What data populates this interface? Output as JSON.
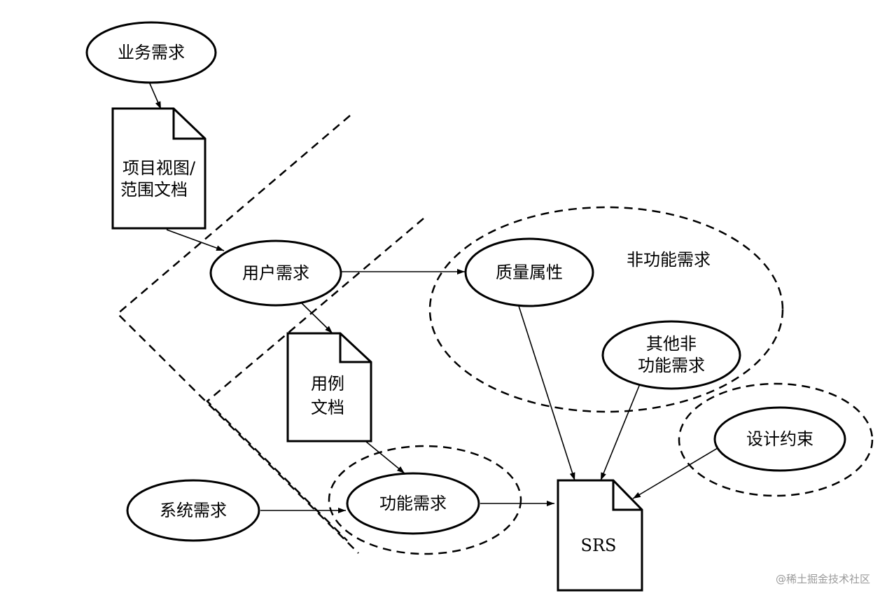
{
  "diagram": {
    "nodes": {
      "business_req": "业务需求",
      "vision_doc_line1": "项目视图/",
      "vision_doc_line2": "范围文档",
      "user_req": "用户需求",
      "usecase_doc_line1": "用例",
      "usecase_doc_line2": "文档",
      "quality_attr": "质量属性",
      "nonfunc_group": "非功能需求",
      "other_nonfunc_line1": "其他非",
      "other_nonfunc_line2": "功能需求",
      "design_constraint": "设计约束",
      "system_req": "系统需求",
      "functional_req": "功能需求",
      "srs": "SRS"
    },
    "edges": [
      {
        "from": "业务需求",
        "to": "项目视图/范围文档"
      },
      {
        "from": "项目视图/范围文档",
        "to": "用户需求"
      },
      {
        "from": "用户需求",
        "to": "质量属性"
      },
      {
        "from": "用户需求",
        "to": "用例文档"
      },
      {
        "from": "用例文档",
        "to": "功能需求"
      },
      {
        "from": "系统需求",
        "to": "功能需求"
      },
      {
        "from": "功能需求",
        "to": "SRS"
      },
      {
        "from": "质量属性",
        "to": "SRS"
      },
      {
        "from": "其他非功能需求",
        "to": "SRS"
      },
      {
        "from": "设计约束",
        "to": "SRS"
      }
    ]
  },
  "watermark": "@稀土掘金技术社区",
  "colors": {
    "stroke": "#000000",
    "background": "#ffffff",
    "watermark": "#9a9a9a"
  }
}
